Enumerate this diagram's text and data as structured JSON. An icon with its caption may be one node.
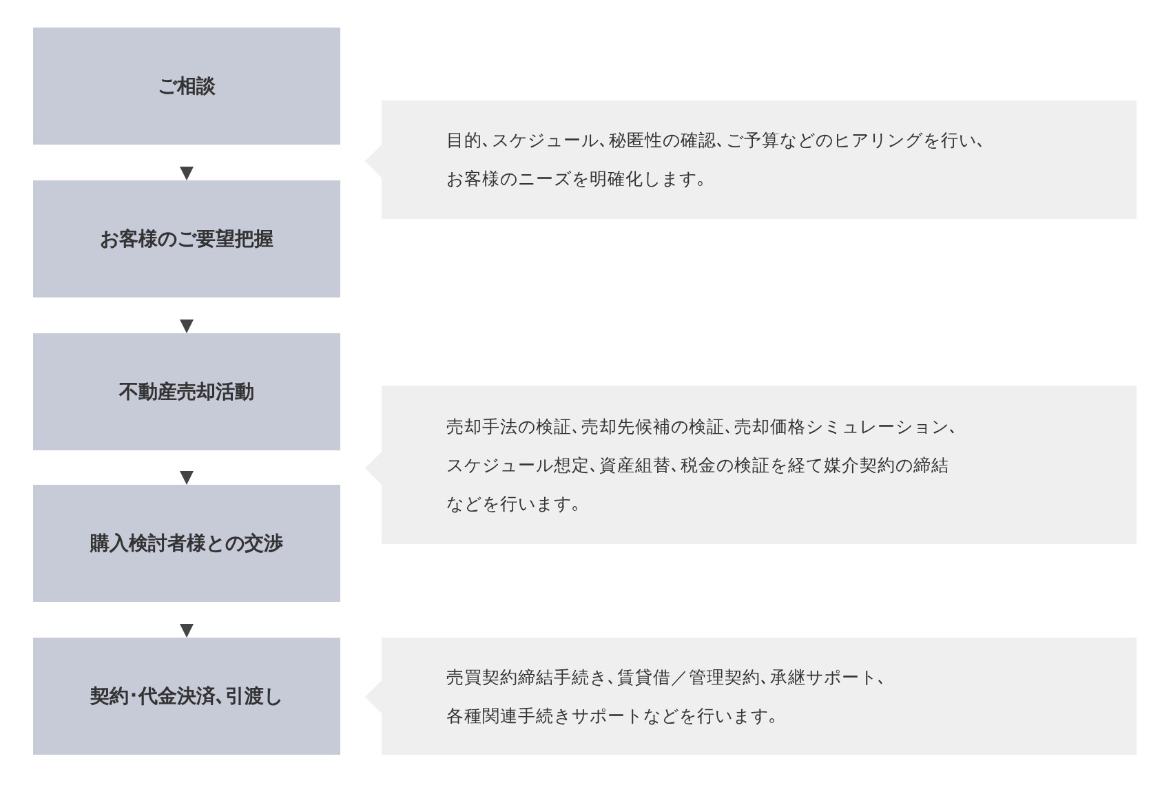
{
  "diagram": {
    "nodes": [
      {
        "text": [
          "ご相談"
        ]
      },
      {
        "text": [
          "お客様のご要望把握"
        ]
      },
      {
        "text": [
          "不動産売却活動"
        ]
      },
      {
        "text": [
          "購入検討者様との交渉"
        ]
      },
      {
        "text": [
          "契約･代金決済､引渡し"
        ]
      },
      {
        "text": [
          "目的､スケジュール､秘匿性の確認､ご予算などのヒアリングを行い､お客様のニーズを明確化します｡"
        ]
      },
      {
        "text": [
          "売却手法の検証､売却先候補の検証､売却価格シミュレーション､スケジュール想定､資産組替､税金の検証を経て媒介契約の締結などを行います｡"
        ]
      },
      {
        "text": [
          "売買契約締結手続き､賃貸借／管理契約､承継サポート､各種関連手続きサポートなどを行います｡"
        ]
      }
    ],
    "edges": [
      {
        "from": 0,
        "to": 1,
        "arrow": "to"
      },
      {
        "from": 1,
        "to": 2,
        "arrow": "to"
      },
      {
        "from": 2,
        "to": 3,
        "arrow": "to"
      },
      {
        "from": 3,
        "to": 4,
        "arrow": "to"
      }
    ]
  }
}
